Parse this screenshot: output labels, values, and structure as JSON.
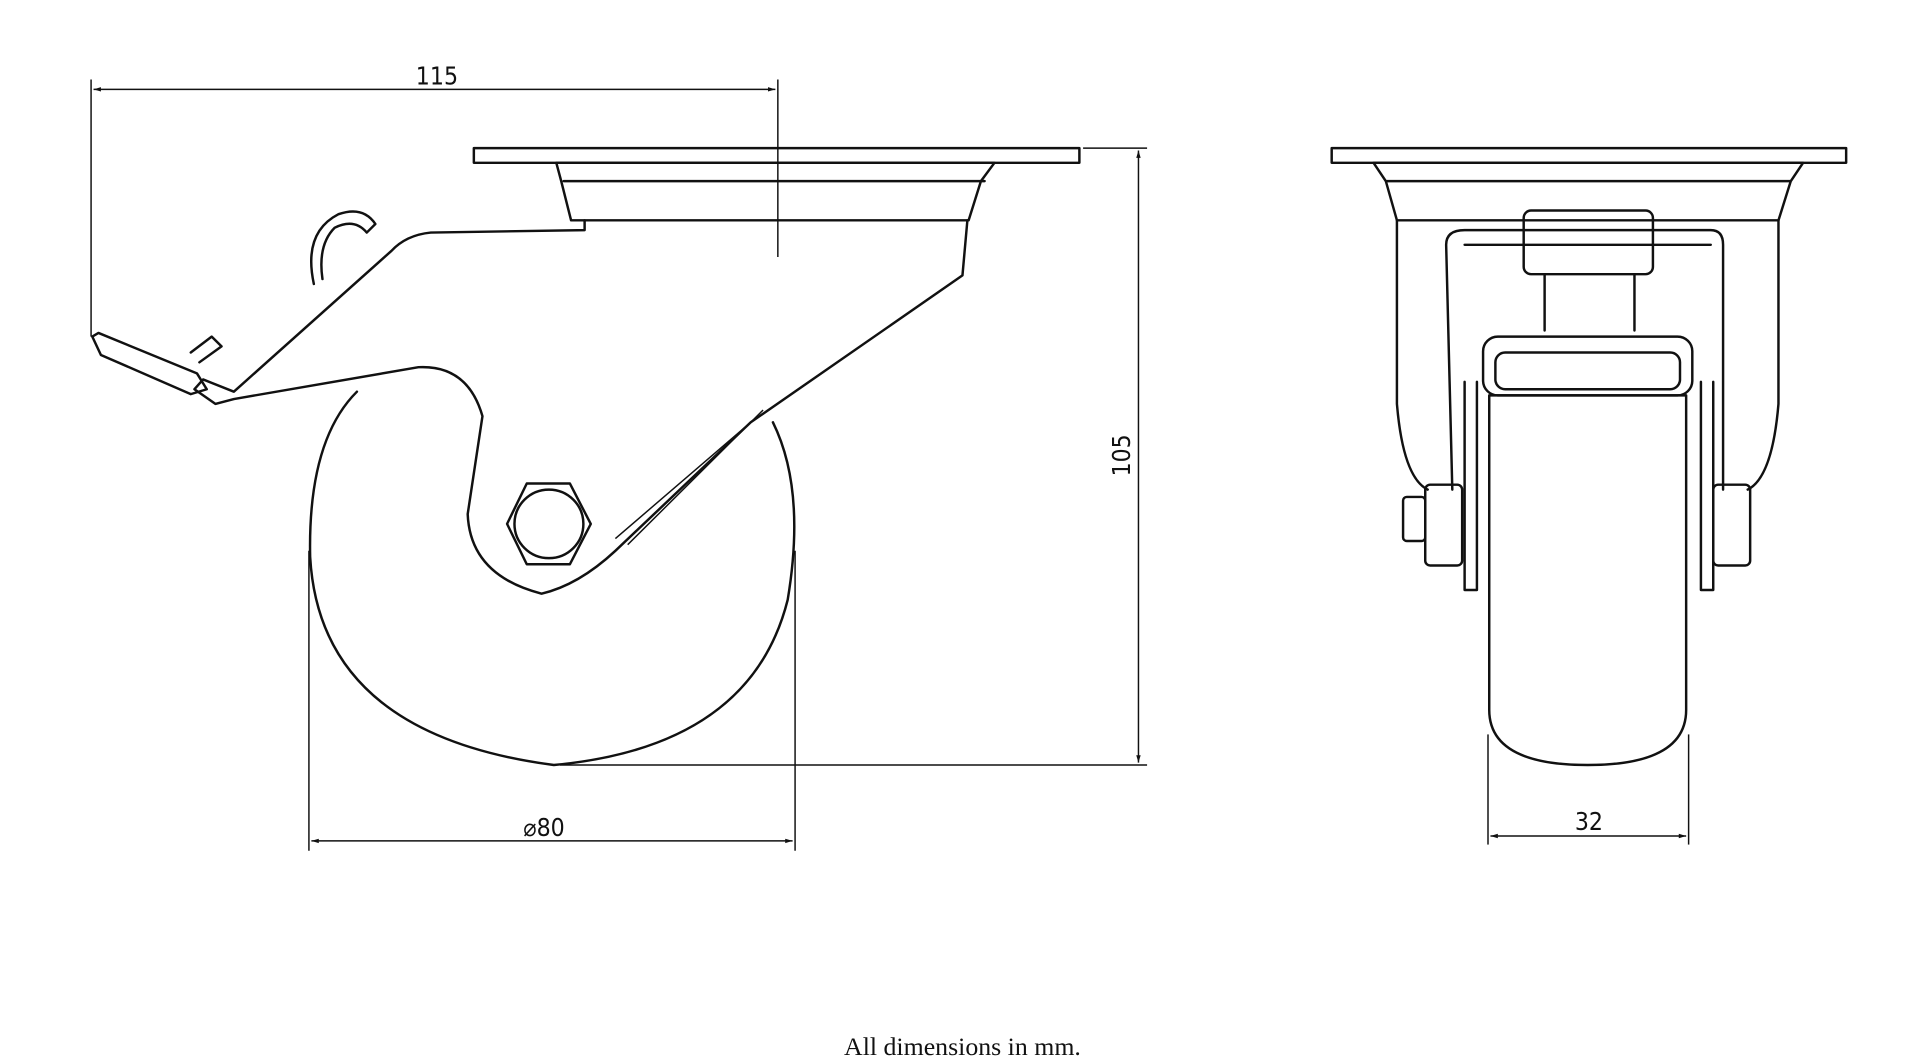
{
  "dimensions": {
    "overall_length": "115",
    "height": "105",
    "wheel_diameter": "⌀80",
    "wheel_width": "32"
  },
  "note": "All dimensions in mm."
}
